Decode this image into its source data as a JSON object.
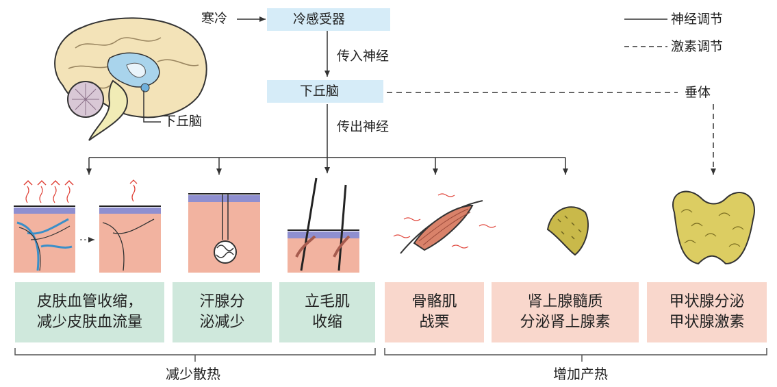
{
  "flow": {
    "stimulus": "寒冷",
    "receptor": "冷感受器",
    "afferent": "传入神经",
    "center": "下丘脑",
    "efferent": "传出神经",
    "pituitary": "垂体"
  },
  "legend": {
    "nerve": "神经调节",
    "hormone": "激素调节"
  },
  "brain_label": "下丘脑",
  "effectors": [
    {
      "line1": "皮肤血管收缩，",
      "line2": "减少皮肤血流量"
    },
    {
      "line1": "汗腺分",
      "line2": "泌减少"
    },
    {
      "line1": "立毛肌",
      "line2": "收缩"
    },
    {
      "line1": "骨骼肌",
      "line2": "战栗"
    },
    {
      "line1": "肾上腺髓质",
      "line2": "分泌肾上腺素"
    },
    {
      "line1": "甲状腺分泌",
      "line2": "甲状腺激素"
    }
  ],
  "groups": {
    "reduce": "减少散热",
    "increase": "增加产热"
  },
  "colors": {
    "green_box": "#cfe8dc",
    "pink_box": "#f9d7cc",
    "highlight": "#d6ecf8",
    "skin": "#f2b3a0",
    "gland": "#d8c85a"
  }
}
